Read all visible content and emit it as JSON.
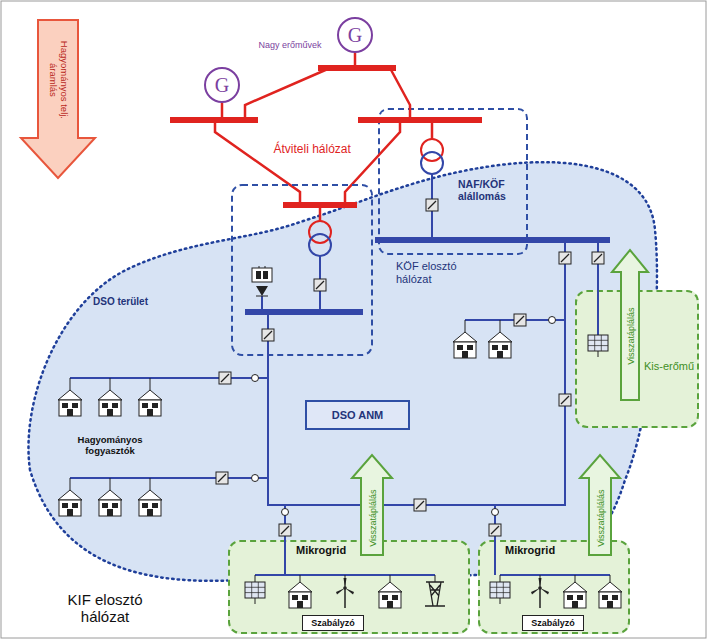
{
  "diagram": {
    "nodes": [
      {
        "text": [
          "G"
        ]
      },
      {
        "text": [
          "G"
        ]
      },
      {
        "text": [
          "NAF/KÖF alállomás"
        ]
      },
      {
        "text": [
          "DSO terület",
          "KÖF elosztó hálózat"
        ]
      },
      {
        "text": [
          "DSO ANM"
        ],
        "in": 3
      },
      {
        "text": [
          "Kis-erőmű"
        ]
      },
      {
        "text": [
          "Mikrogrid"
        ]
      },
      {
        "text": [
          "Szabályzó"
        ],
        "in": 6
      },
      {
        "text": [
          "Mikrogrid"
        ]
      },
      {
        "text": [
          "Szabályzó"
        ],
        "in": 8
      }
    ],
    "labels": [
      "Nagy erőművek",
      "Hagyományos telj. áramlás",
      "Átviteli hálózat",
      "Visszatáplálás",
      "Hagyományos fogyasztók",
      "Visszatáplálás",
      "Visszatáplálás",
      "KIF elosztó hálózat"
    ]
  }
}
